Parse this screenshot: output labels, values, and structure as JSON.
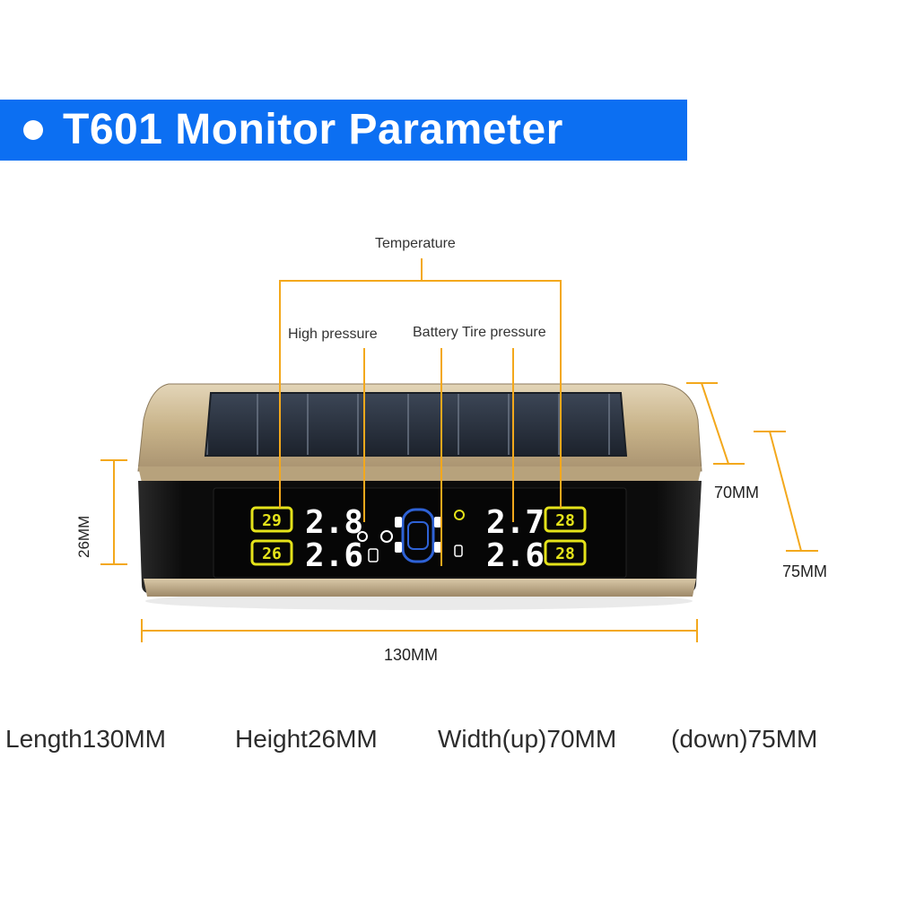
{
  "banner": {
    "title": "T601 Monitor Parameter"
  },
  "callouts": {
    "temperature": "Temperature",
    "high_pressure": "High pressure",
    "battery": "Battery",
    "tire_pressure": "Tire pressure"
  },
  "dimensions": {
    "height": "26MM",
    "width_up": "70MM",
    "width_down": "75MM",
    "length": "130MM"
  },
  "display": {
    "front_left_temp": "29",
    "rear_left_temp": "26",
    "front_right_temp": "28",
    "rear_right_temp": "28",
    "front_left_pressure": "2.8",
    "rear_left_pressure": "2.6",
    "front_right_pressure": "2.7",
    "rear_right_pressure": "2.6"
  },
  "specs": {
    "length": "Length130MM",
    "height": "Height26MM",
    "width_up": "Width(up)70MM",
    "width_down": "(down)75MM"
  },
  "colors": {
    "banner": "#0c6ff2",
    "callout_line": "#f3a81c",
    "lcd_yellow": "#e4e21a",
    "housing_gold": "#c9b48e"
  }
}
